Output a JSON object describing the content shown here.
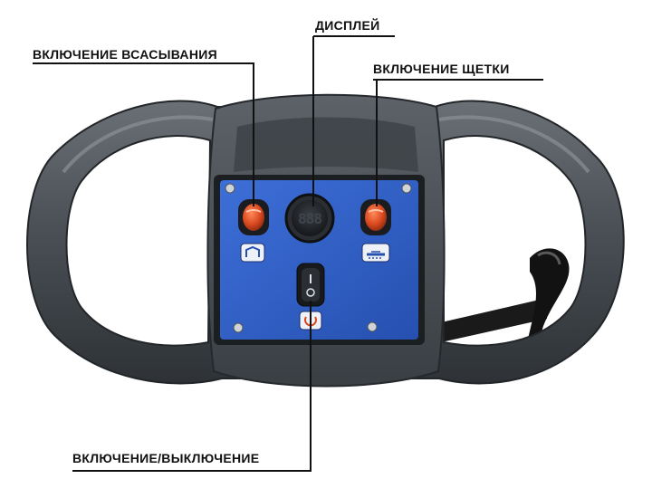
{
  "labels": {
    "suction": "ВКЛЮЧЕНИЕ ВСАСЫВАНИЯ",
    "display": "ДИСПЛЕЙ",
    "brush": "ВКЛЮЧЕНИЕ ЩЕТКИ",
    "power": "ВКЛЮЧЕНИЕ/ВЫКЛЮЧЕНИЕ"
  },
  "display": {
    "readout": "888"
  },
  "colors": {
    "panel_blue": "#2f5fc8",
    "handle_gray": "#4a5056",
    "button_orange": "#d9481f",
    "leader_line": "#111111"
  },
  "icons": {
    "suction": "vacuum-icon",
    "brush": "brush-icon",
    "power": "power-icon"
  }
}
